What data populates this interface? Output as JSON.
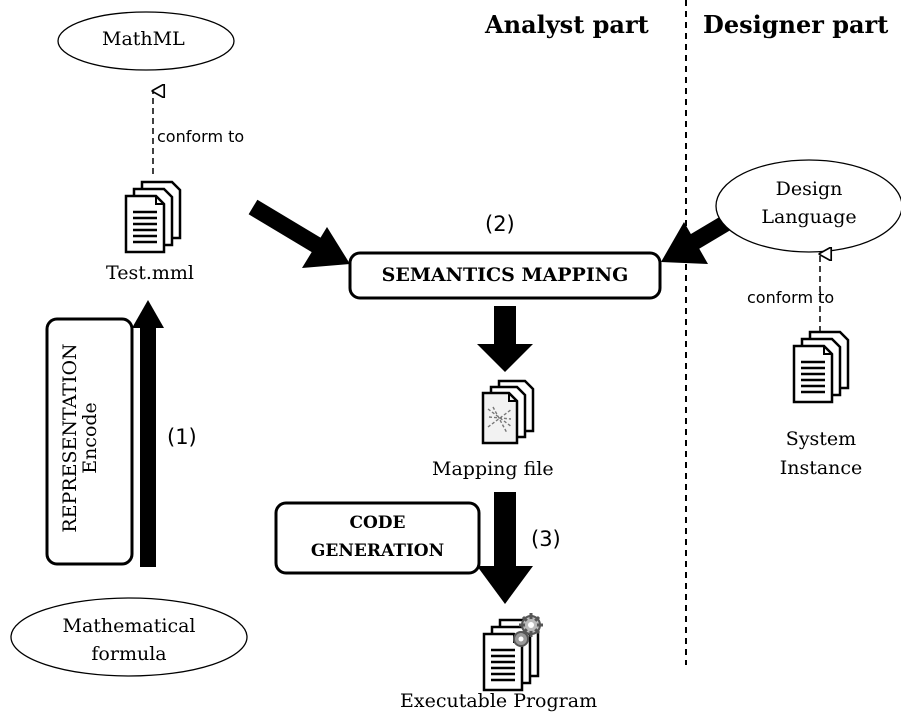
{
  "header": {
    "analyst": "Analyst part",
    "designer": "Designer part"
  },
  "nodes": {
    "mathml": "MathML",
    "conform_left": "conform to",
    "test_file": "Test.mml",
    "semantics_mapping": "SEMANTICS MAPPING",
    "step_2": "(2)",
    "mapping_file": "Mapping file",
    "representation": "REPRESENTATION",
    "encode": "Encode",
    "step_1": "(1)",
    "code_generation_line1": "CODE",
    "code_generation_line2": "GENERATION",
    "step_3": "(3)",
    "formula_line1": "Mathematical",
    "formula_line2": "formula",
    "executable": "Executable Program",
    "design_language_line1": "Design",
    "design_language_line2": "Language",
    "conform_right": "conform to",
    "system_line1": "System",
    "system_line2": "Instance"
  },
  "icons": [
    "document-icon",
    "mapping-file-icon",
    "gear-icon"
  ],
  "colors": {
    "ink": "#000000",
    "paper": "#ffffff",
    "doc_shade": "#e8e8e8"
  }
}
